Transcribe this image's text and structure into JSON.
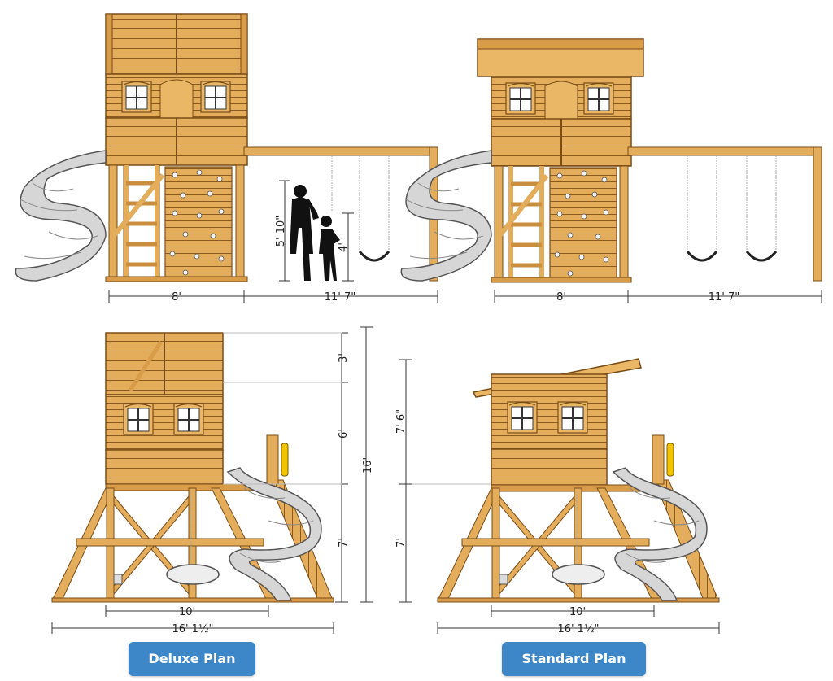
{
  "colors": {
    "wood": "#e3ad5c",
    "wood_light": "#efc47a",
    "wood_line": "#7a4c16",
    "slide": "#d6d6d6",
    "slide_line": "#555555",
    "button": "#3d86c8",
    "window_glass": "#ffffff"
  },
  "dimensions": {
    "top_left_width": "8'",
    "top_left_swing": "11' 7\"",
    "adult_height": "5' 10\"",
    "child_height": "4'",
    "top_right_width": "8'",
    "top_right_swing": "11' 7\"",
    "deluxe_roof": "3'",
    "deluxe_room": "6'",
    "deluxe_deck": "7'",
    "deluxe_total": "16'",
    "deluxe_inner": "10'",
    "deluxe_base": "16' 1½\"",
    "standard_upper": "7' 6\"",
    "standard_deck": "7'",
    "standard_inner": "10'",
    "standard_base": "16' 1½\""
  },
  "buttons": {
    "deluxe": "Deluxe Plan",
    "standard": "Standard Plan"
  }
}
